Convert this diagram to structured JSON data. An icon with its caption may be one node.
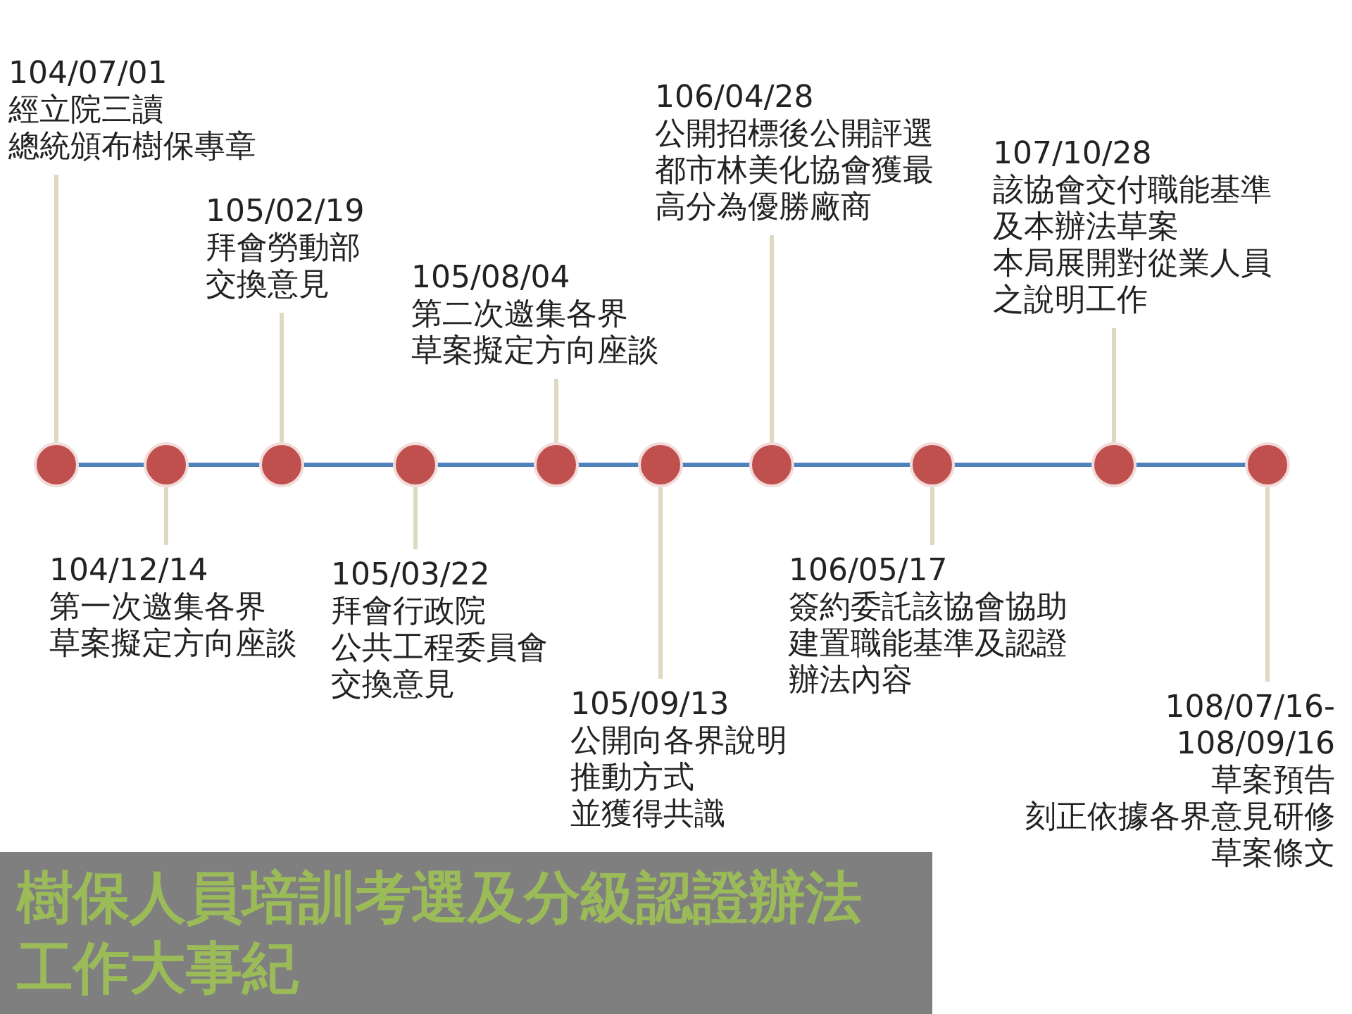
{
  "diagram": {
    "title": "樹保人員培訓考選及分級認證辦法工作大事紀",
    "nodes": [
      {
        "text": [],
        "shape": "circle"
      },
      {
        "text": [],
        "shape": "circle"
      },
      {
        "text": [],
        "shape": "circle"
      },
      {
        "text": [],
        "shape": "circle"
      },
      {
        "text": [],
        "shape": "circle"
      },
      {
        "text": [],
        "shape": "circle"
      },
      {
        "text": [],
        "shape": "circle"
      },
      {
        "text": [],
        "shape": "circle"
      },
      {
        "text": [],
        "shape": "circle"
      },
      {
        "text": [],
        "shape": "circle"
      },
      {
        "text": [
          "104/07/01",
          "經立院三讀",
          "總統頒布樹保專章"
        ]
      },
      {
        "text": [
          "104/12/14",
          "第一次邀集各界",
          "草案擬定方向座談"
        ]
      },
      {
        "text": [
          "105/02/19",
          "拜會勞動部",
          "交換意見"
        ]
      },
      {
        "text": [
          "105/03/22",
          "拜會行政院",
          "公共工程委員會",
          "交換意見"
        ]
      },
      {
        "text": [
          "105/08/04",
          "第二次邀集各界",
          "草案擬定方向座談"
        ]
      },
      {
        "text": [
          "105/09/13",
          "公開向各界說明",
          "推動方式",
          "並獲得共識"
        ]
      },
      {
        "text": [
          "106/04/28",
          "公開招標後公開評選都市林美化協會獲最高分為優勝廠商"
        ]
      },
      {
        "text": [
          "106/05/17",
          "簽約委託該協會協助建置職能基準及認證辦法內容"
        ]
      },
      {
        "text": [
          "107/10/28",
          "該協會交付職能基準及本辦法草案",
          "本局展開對從業人員之說明工作"
        ]
      },
      {
        "text": [
          "108/07/16-108/09/16",
          "草案預告",
          "刻正依據各界意見研修",
          "草案條文"
        ]
      }
    ],
    "edges": [
      {
        "from": 0,
        "to": 1,
        "arrow": "none",
        "color": "#4f81bd"
      },
      {
        "from": 1,
        "to": 2,
        "arrow": "none",
        "color": "#4f81bd"
      },
      {
        "from": 2,
        "to": 3,
        "arrow": "none",
        "color": "#4f81bd"
      },
      {
        "from": 3,
        "to": 4,
        "arrow": "none",
        "color": "#4f81bd"
      },
      {
        "from": 4,
        "to": 5,
        "arrow": "none",
        "color": "#4f81bd"
      },
      {
        "from": 5,
        "to": 6,
        "arrow": "none",
        "color": "#4f81bd"
      },
      {
        "from": 6,
        "to": 7,
        "arrow": "none",
        "color": "#4f81bd"
      },
      {
        "from": 7,
        "to": 8,
        "arrow": "none",
        "color": "#4f81bd"
      },
      {
        "from": 8,
        "to": 9,
        "arrow": "none",
        "color": "#4f81bd"
      },
      {
        "from": 10,
        "to": 0,
        "arrow": "none"
      },
      {
        "from": 11,
        "to": 1,
        "arrow": "none"
      },
      {
        "from": 12,
        "to": 2,
        "arrow": "none"
      },
      {
        "from": 13,
        "to": 3,
        "arrow": "none"
      },
      {
        "from": 14,
        "to": 4,
        "arrow": "none"
      },
      {
        "from": 15,
        "to": 5,
        "arrow": "none"
      },
      {
        "from": 16,
        "to": 6,
        "arrow": "none"
      },
      {
        "from": 17,
        "to": 7,
        "arrow": "none"
      },
      {
        "from": 18,
        "to": 8,
        "arrow": "none"
      },
      {
        "from": 19,
        "to": 9,
        "arrow": "none"
      }
    ]
  }
}
